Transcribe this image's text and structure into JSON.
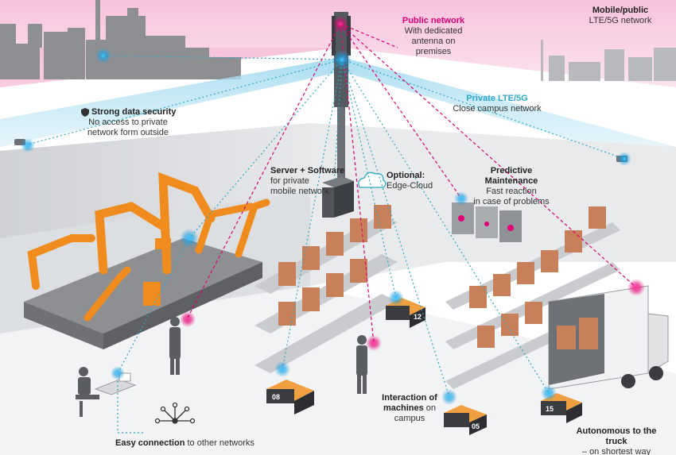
{
  "labels": {
    "public_network": {
      "title": "Public network",
      "line1": "With dedicated",
      "line2": "antenna on",
      "line3": "premises"
    },
    "mobile_public": {
      "title": "Mobile/public",
      "subtitle": "LTE/5G network"
    },
    "private_lte": {
      "title": "Private LTE/5G",
      "subtitle": "Close campus network"
    },
    "security": {
      "title": "Strong data security",
      "line1": "No access to private",
      "line2": "network form outside"
    },
    "server": {
      "title": "Server + Software",
      "line1": "for private",
      "line2": "mobile network"
    },
    "edge_cloud": {
      "title": "Optional:",
      "subtitle": "Edge-Cloud"
    },
    "predictive": {
      "title": "Predictive Maintenance",
      "line1": "Fast reaction",
      "line2": "in case of problems"
    },
    "interaction": {
      "line1": "Interaction of",
      "line2": "machines",
      "line2_rest": " on",
      "line3": "campus"
    },
    "easy": {
      "bold": "Easy connection",
      "rest": " to other networks"
    },
    "truck": {
      "title": "Autonomous to the truck",
      "subtitle": "– on shortest way"
    }
  },
  "vehicle_numbers": [
    "08",
    "12",
    "05",
    "15"
  ],
  "icons": [
    "shield-icon",
    "cloud-icon",
    "network-hub-icon",
    "antenna-tower-icon",
    "server-rack-icon",
    "truck-icon",
    "robot-arm-icon",
    "camera-icon"
  ],
  "colors": {
    "public": "#e20074",
    "private": "#2aa8c8",
    "robot": "#f08c1e",
    "box": "#c8805a",
    "floor": "#e4e6e8"
  }
}
